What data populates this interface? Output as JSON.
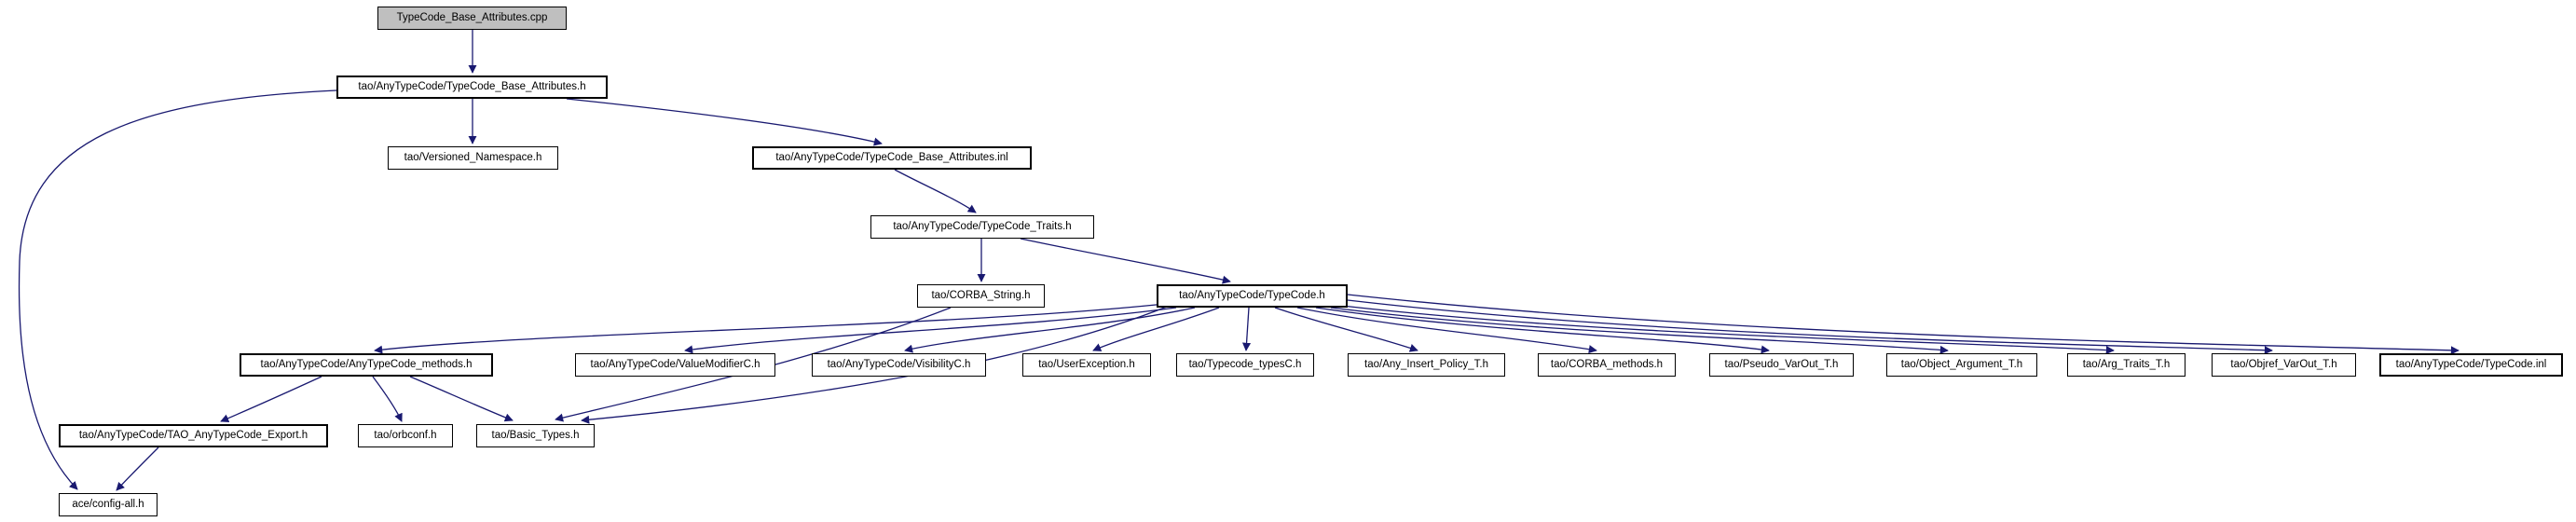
{
  "diagram": {
    "type": "include-dependency-graph",
    "background_color": "#ffffff",
    "edge_color": "#191970",
    "node_border_color": "#000000",
    "main_node_fill": "#bfbfbf",
    "nodes": {
      "cpp": {
        "label": "TypeCode_Base_Attributes.cpp"
      },
      "tcba_h": {
        "label": "tao/AnyTypeCode/TypeCode_Base_Attributes.h"
      },
      "versioned": {
        "label": "tao/Versioned_Namespace.h"
      },
      "tcba_inl": {
        "label": "tao/AnyTypeCode/TypeCode_Base_Attributes.inl"
      },
      "traits": {
        "label": "tao/AnyTypeCode/TypeCode_Traits.h"
      },
      "corba_string": {
        "label": "tao/CORBA_String.h"
      },
      "typecode_h": {
        "label": "tao/AnyTypeCode/TypeCode.h"
      },
      "methods": {
        "label": "tao/AnyTypeCode/AnyTypeCode_methods.h"
      },
      "valuemodifier": {
        "label": "tao/AnyTypeCode/ValueModifierC.h"
      },
      "visibility": {
        "label": "tao/AnyTypeCode/VisibilityC.h"
      },
      "userexception": {
        "label": "tao/UserException.h"
      },
      "typecode_types": {
        "label": "tao/Typecode_typesC.h"
      },
      "any_insert": {
        "label": "tao/Any_Insert_Policy_T.h"
      },
      "corba_methods": {
        "label": "tao/CORBA_methods.h"
      },
      "pseudo_varout": {
        "label": "tao/Pseudo_VarOut_T.h"
      },
      "object_argument": {
        "label": "tao/Object_Argument_T.h"
      },
      "arg_traits": {
        "label": "tao/Arg_Traits_T.h"
      },
      "objref_varout": {
        "label": "tao/Objref_VarOut_T.h"
      },
      "typecode_inl": {
        "label": "tao/AnyTypeCode/TypeCode.inl"
      },
      "export": {
        "label": "tao/AnyTypeCode/TAO_AnyTypeCode_Export.h"
      },
      "orbconf": {
        "label": "tao/orbconf.h"
      },
      "basic_types": {
        "label": "tao/Basic_Types.h"
      },
      "config_all": {
        "label": "ace/config-all.h"
      }
    },
    "edges": [
      {
        "from": "cpp",
        "to": "tcba_h"
      },
      {
        "from": "tcba_h",
        "to": "versioned"
      },
      {
        "from": "tcba_h",
        "to": "tcba_inl"
      },
      {
        "from": "tcba_h",
        "to": "config_all"
      },
      {
        "from": "tcba_inl",
        "to": "traits"
      },
      {
        "from": "traits",
        "to": "corba_string"
      },
      {
        "from": "traits",
        "to": "typecode_h"
      },
      {
        "from": "corba_string",
        "to": "basic_types"
      },
      {
        "from": "typecode_h",
        "to": "methods"
      },
      {
        "from": "typecode_h",
        "to": "valuemodifier"
      },
      {
        "from": "typecode_h",
        "to": "visibility"
      },
      {
        "from": "typecode_h",
        "to": "userexception"
      },
      {
        "from": "typecode_h",
        "to": "typecode_types"
      },
      {
        "from": "typecode_h",
        "to": "any_insert"
      },
      {
        "from": "typecode_h",
        "to": "corba_methods"
      },
      {
        "from": "typecode_h",
        "to": "pseudo_varout"
      },
      {
        "from": "typecode_h",
        "to": "object_argument"
      },
      {
        "from": "typecode_h",
        "to": "arg_traits"
      },
      {
        "from": "typecode_h",
        "to": "objref_varout"
      },
      {
        "from": "typecode_h",
        "to": "typecode_inl"
      },
      {
        "from": "typecode_h",
        "to": "basic_types"
      },
      {
        "from": "methods",
        "to": "export"
      },
      {
        "from": "methods",
        "to": "orbconf"
      },
      {
        "from": "methods",
        "to": "basic_types"
      },
      {
        "from": "export",
        "to": "config_all"
      }
    ]
  }
}
